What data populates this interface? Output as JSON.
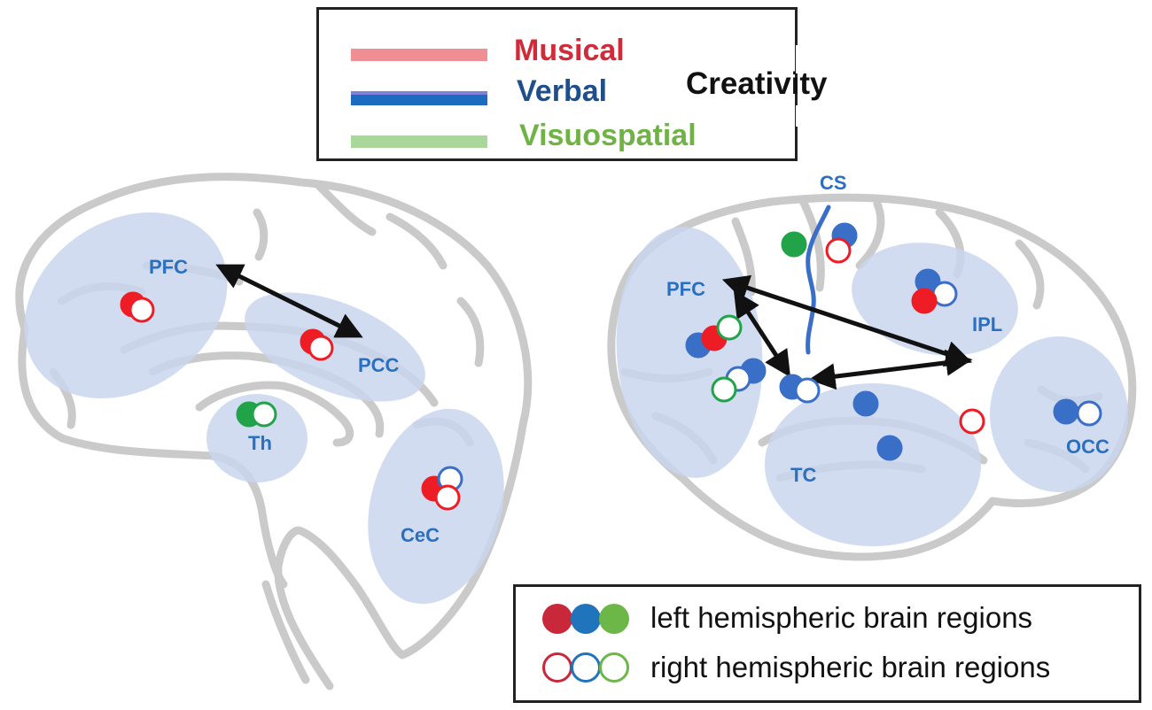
{
  "legend_top": {
    "items": [
      {
        "label": "Musical",
        "color": "#d12b3a",
        "line_color": "#f08f93"
      },
      {
        "label": "Verbal",
        "color": "#1e4f8c",
        "line_color": "#1d6bbf"
      },
      {
        "label": "Visuospatial",
        "color": "#6fb345",
        "line_color": "#a9d89a"
      }
    ],
    "title": "Creativity"
  },
  "legend_bottom": {
    "rows": [
      {
        "label": "left hemispheric brain regions",
        "style": "filled"
      },
      {
        "label": "right hemispheric brain regions",
        "style": "outline"
      }
    ],
    "colors": [
      "#c8283a",
      "#1f74bb",
      "#6db648"
    ]
  },
  "medial_view": {
    "regions": [
      {
        "key": "pfc",
        "label": "PFC"
      },
      {
        "key": "pcc",
        "label": "PCC"
      },
      {
        "key": "th",
        "label": "Th"
      },
      {
        "key": "cec",
        "label": "CeC"
      }
    ]
  },
  "lateral_view": {
    "regions": [
      {
        "key": "cs",
        "label": "CS"
      },
      {
        "key": "pfc",
        "label": "PFC"
      },
      {
        "key": "ipl",
        "label": "IPL"
      },
      {
        "key": "tc",
        "label": "TC"
      },
      {
        "key": "occ",
        "label": "OCC"
      }
    ]
  },
  "colors": {
    "region_fill": "#c9d6ee",
    "region_label": "#2a6fc0",
    "outline": "#c9c9c9",
    "arrow": "#111111",
    "red": "#ee1c24",
    "blue": "#3a6fc8",
    "green": "#21a34a"
  }
}
